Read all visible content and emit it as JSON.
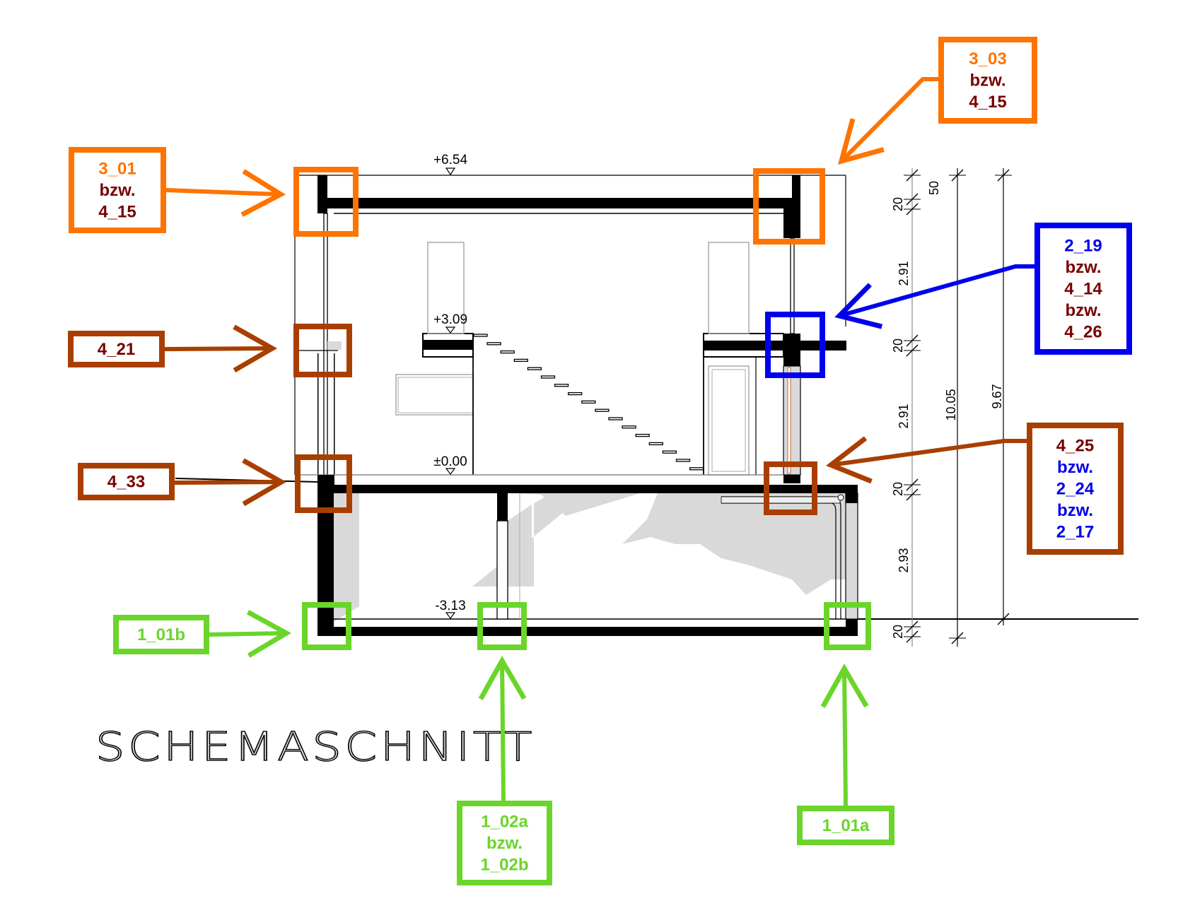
{
  "title": "SCHEMASCHNITT",
  "colors": {
    "orange": "#ff7300",
    "brown": "#a83f00",
    "darkred": "#780000",
    "blue": "#0000ee",
    "green": "#6ad52a",
    "shade": "#d9d9d9"
  },
  "levels": {
    "roof": "+6.54",
    "upper": "+3.09",
    "ground": "±0.00",
    "basement": "-3.13"
  },
  "dimensions": {
    "chain": [
      "50",
      "20",
      "2.91",
      "20",
      "2.91",
      "20",
      "2.93",
      "20"
    ],
    "total_1": "10.05",
    "total_2": "9.67"
  },
  "callouts": [
    {
      "id": "3_01",
      "color": "orange",
      "lines": [
        {
          "text": "3_01",
          "color": "orange"
        },
        {
          "text": "bzw.",
          "color": "darkred"
        },
        {
          "text": "4_15",
          "color": "darkred"
        }
      ]
    },
    {
      "id": "3_03",
      "color": "orange",
      "lines": [
        {
          "text": "3_03",
          "color": "orange"
        },
        {
          "text": "bzw.",
          "color": "darkred"
        },
        {
          "text": "4_15",
          "color": "darkred"
        }
      ]
    },
    {
      "id": "2_19",
      "color": "blue",
      "lines": [
        {
          "text": "2_19",
          "color": "blue"
        },
        {
          "text": "bzw.",
          "color": "darkred"
        },
        {
          "text": "4_14",
          "color": "darkred"
        },
        {
          "text": "bzw.",
          "color": "darkred"
        },
        {
          "text": "4_26",
          "color": "darkred"
        }
      ]
    },
    {
      "id": "4_21",
      "color": "brown",
      "lines": [
        {
          "text": "4_21",
          "color": "darkred"
        }
      ]
    },
    {
      "id": "4_33",
      "color": "brown",
      "lines": [
        {
          "text": "4_33",
          "color": "darkred"
        }
      ]
    },
    {
      "id": "4_25",
      "color": "brown",
      "lines": [
        {
          "text": "4_25",
          "color": "darkred"
        },
        {
          "text": "bzw.",
          "color": "blue"
        },
        {
          "text": "2_24",
          "color": "blue"
        },
        {
          "text": "bzw.",
          "color": "blue"
        },
        {
          "text": "2_17",
          "color": "blue"
        }
      ]
    },
    {
      "id": "1_01b",
      "color": "green",
      "lines": [
        {
          "text": "1_01b",
          "color": "green"
        }
      ]
    },
    {
      "id": "1_02a",
      "color": "green",
      "lines": [
        {
          "text": "1_02a",
          "color": "green"
        },
        {
          "text": "bzw.",
          "color": "green"
        },
        {
          "text": "1_02b",
          "color": "green"
        }
      ]
    },
    {
      "id": "1_01a",
      "color": "green",
      "lines": [
        {
          "text": "1_01a",
          "color": "green"
        }
      ]
    }
  ]
}
